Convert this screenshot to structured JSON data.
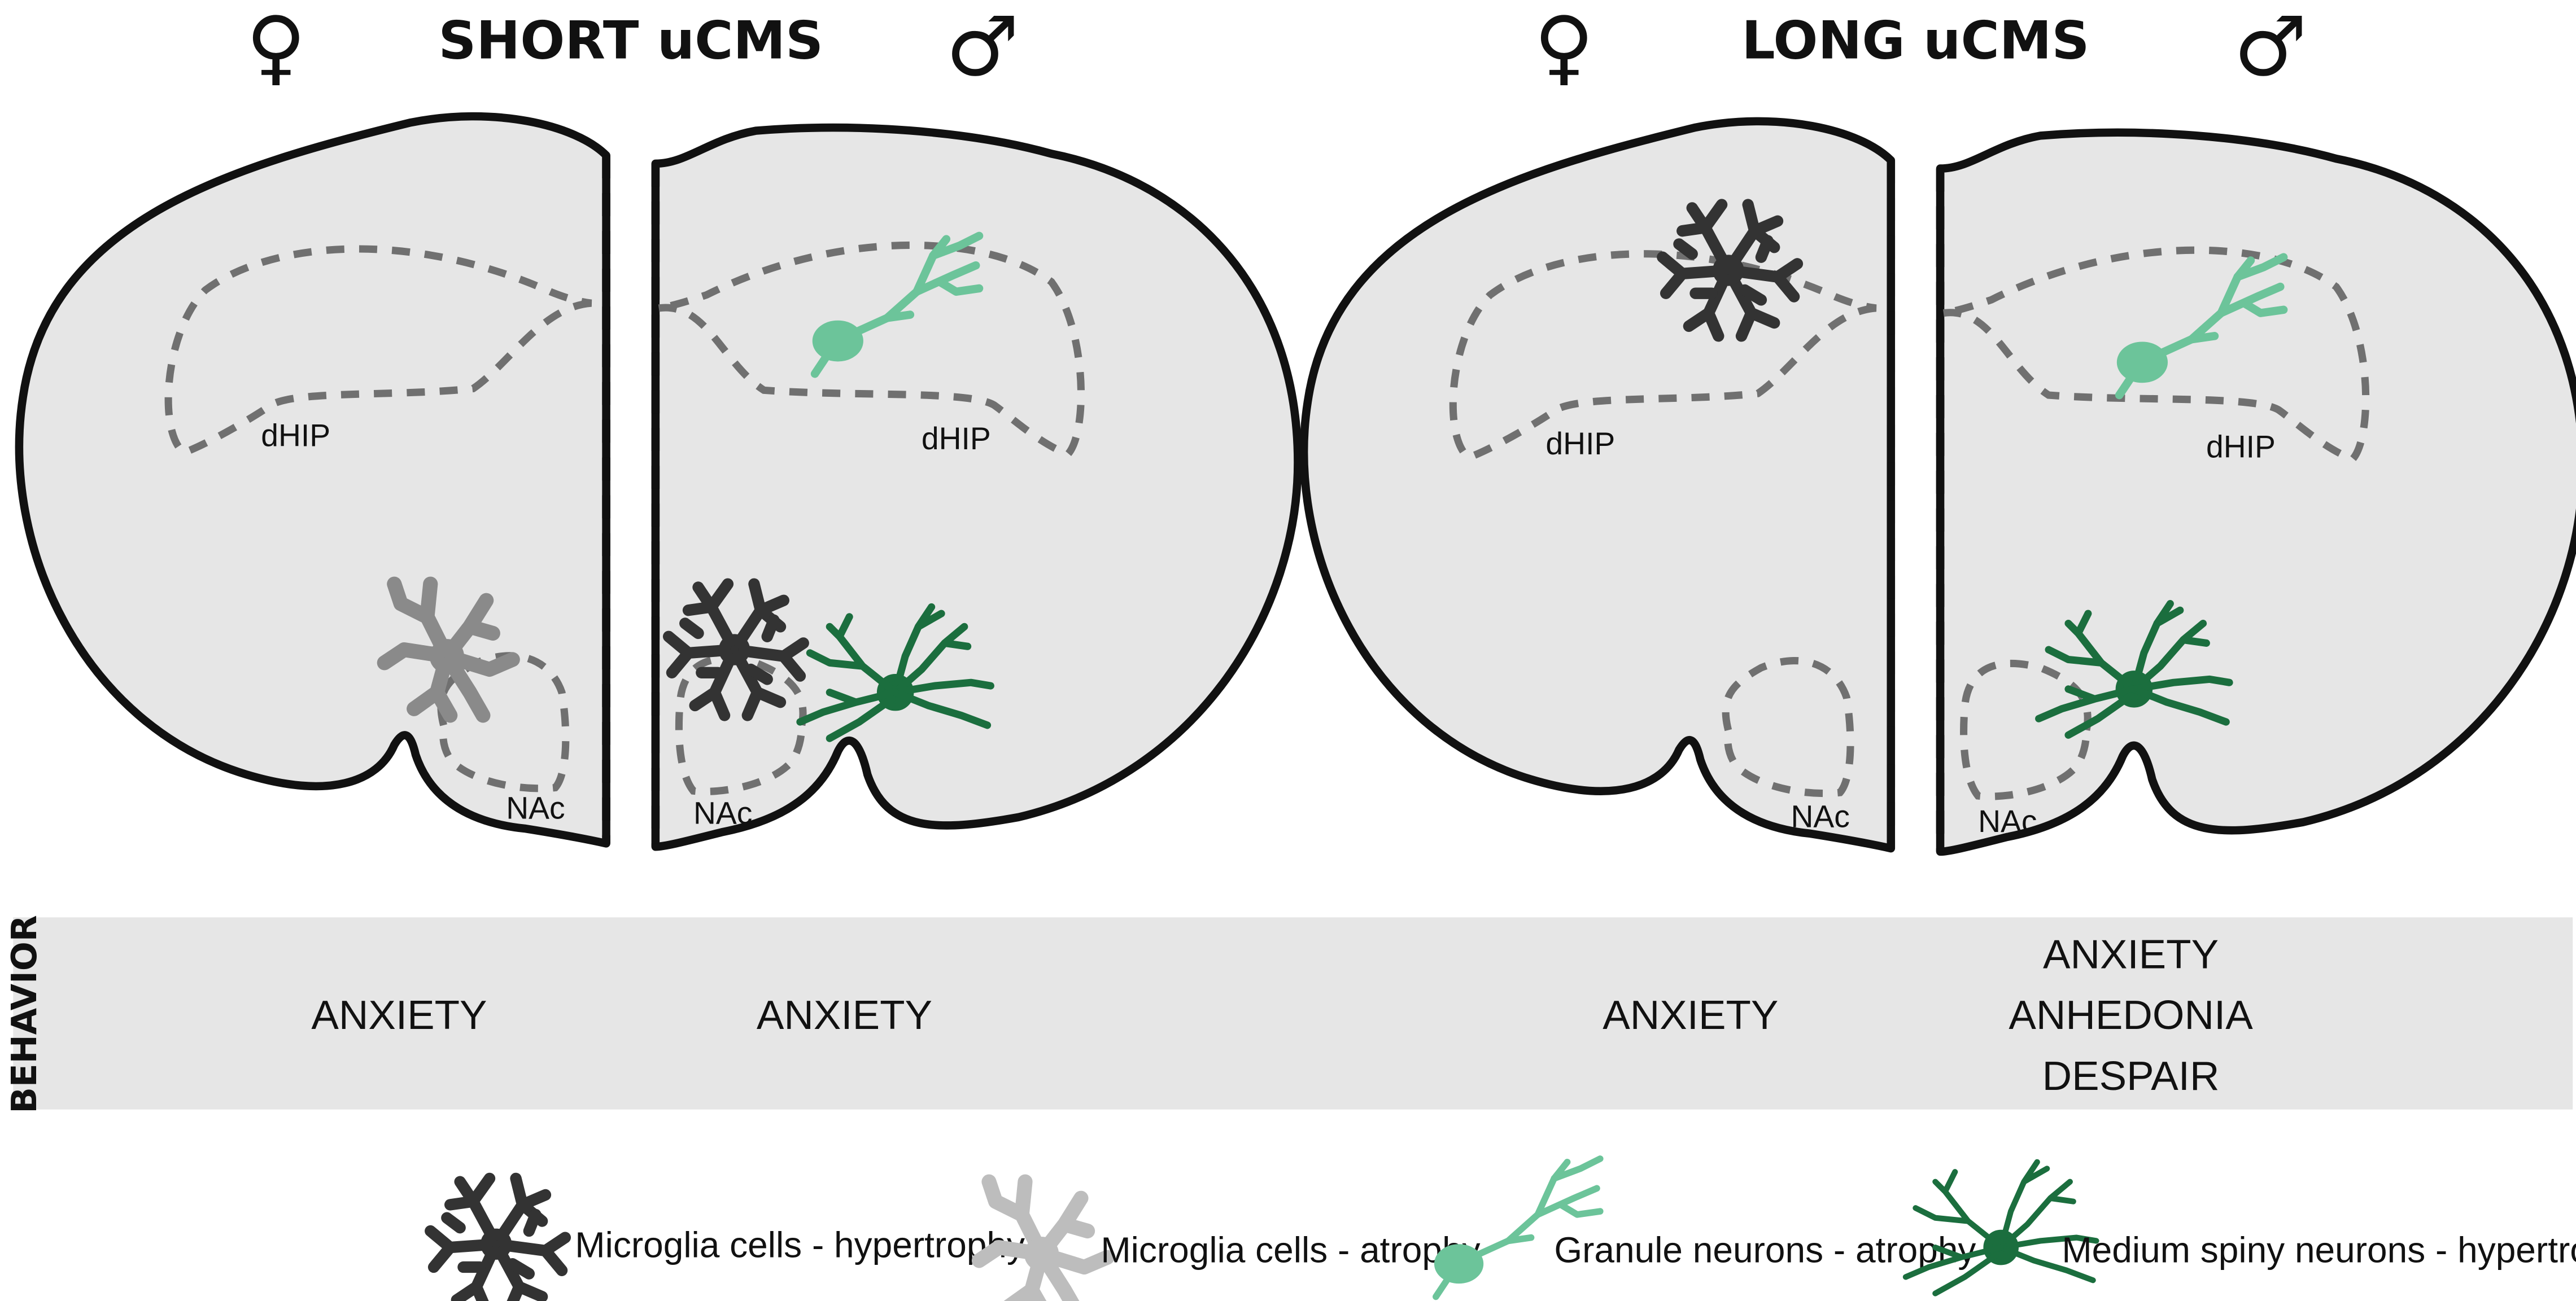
{
  "headers": {
    "short": "SHORT uCMS",
    "long": "LONG uCMS"
  },
  "symbols": {
    "female": "♀",
    "male": "♂"
  },
  "regions": {
    "hippocampus": "dHIP",
    "accumbens": "NAc"
  },
  "behavior": {
    "title": "BEHAVIOR",
    "short_female": [
      "ANXIETY"
    ],
    "short_male": [
      "ANXIETY"
    ],
    "long_female": [
      "ANXIETY"
    ],
    "long_male": [
      "ANXIETY",
      "ANHEDONIA",
      "DESPAIR"
    ]
  },
  "legend": {
    "microglia_hypertrophy": "Microglia cells - hypertrophy",
    "microglia_atrophy": "Microglia cells - atrophy",
    "granule_atrophy": "Granule neurons - atrophy",
    "msn_hypertrophy": "Medium spiny neurons - hypertrophy"
  },
  "colors": {
    "brain_fill": "#e6e6e6",
    "microglia_hypertrophy": "#333333",
    "microglia_atrophy": "#8a8a8a",
    "granule_neuron": "#6cc49a",
    "medium_spiny_neuron": "#1b6e3e",
    "behavior_band": "#e6e6e6"
  }
}
